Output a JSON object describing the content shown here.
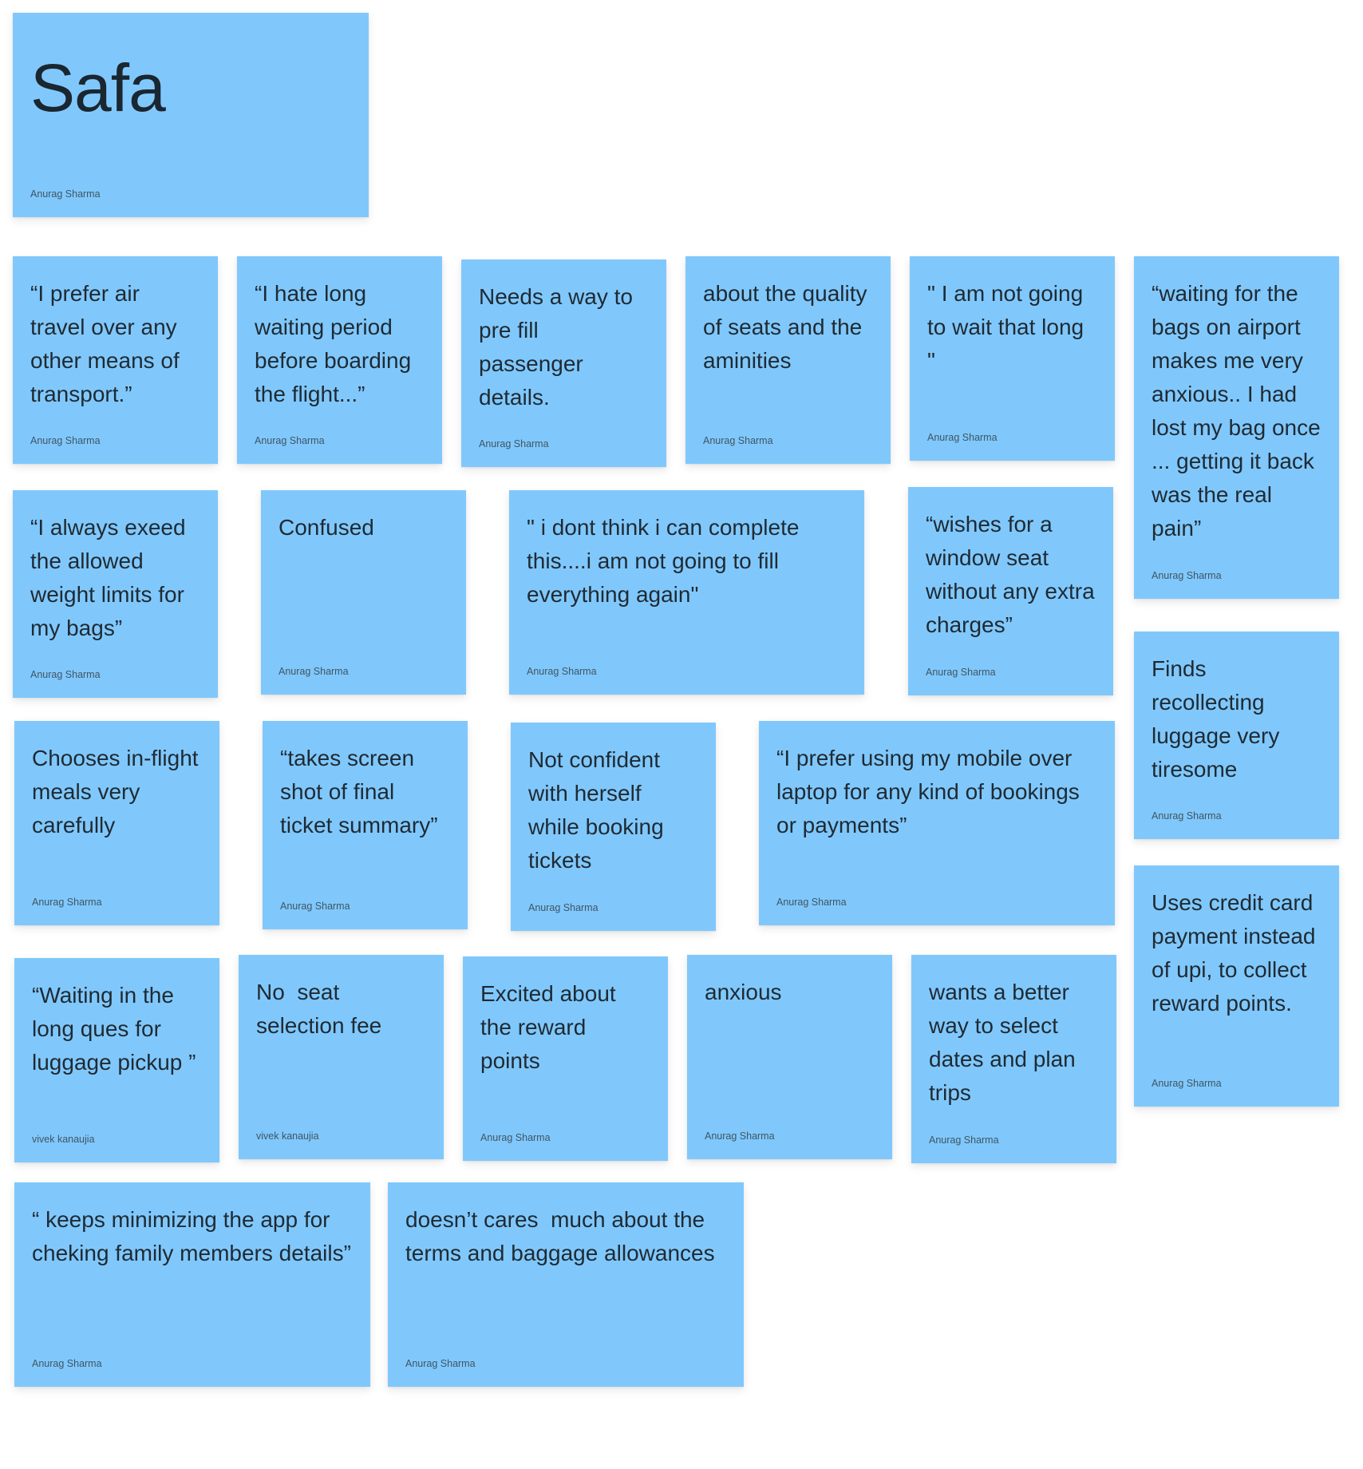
{
  "board": {
    "title_note": {
      "text": "Safa",
      "author": "Anurag Sharma"
    },
    "notes": [
      {
        "text": "“I prefer air travel over any other means of transport.”",
        "author": "Anurag Sharma"
      },
      {
        "text": "“I hate long waiting period before boarding the flight...”",
        "author": "Anurag Sharma"
      },
      {
        "text": "Needs a way to pre fill passenger details.",
        "author": "Anurag Sharma"
      },
      {
        "text": "about the quality of seats and the aminities",
        "author": "Anurag Sharma"
      },
      {
        "text": "\" I am not going to wait that long \"",
        "author": "Anurag Sharma"
      },
      {
        "text": "“waiting for the bags on airport makes me very anxious.. I had lost my bag once ... getting it back was the real pain”",
        "author": "Anurag Sharma"
      },
      {
        "text": "“I always exeed the allowed weight limits for my bags”",
        "author": "Anurag Sharma"
      },
      {
        "text": "Confused",
        "author": "Anurag Sharma"
      },
      {
        "text": "\" i dont think i can complete this....i am not going to fill everything again\"",
        "author": "Anurag Sharma"
      },
      {
        "text": "“wishes for a window seat without any extra charges”",
        "author": "Anurag Sharma"
      },
      {
        "text": "Finds recollecting luggage very tiresome",
        "author": "Anurag Sharma"
      },
      {
        "text": "Chooses in-flight meals very carefully",
        "author": "Anurag Sharma"
      },
      {
        "text": "“takes screen shot of final ticket summary”",
        "author": "Anurag Sharma"
      },
      {
        "text": "Not confident with herself while booking tickets",
        "author": "Anurag Sharma"
      },
      {
        "text": "“I prefer using my mobile over laptop for any kind of bookings or payments”",
        "author": "Anurag Sharma"
      },
      {
        "text": "Uses credit card payment instead of upi, to collect reward points.",
        "author": "Anurag Sharma"
      },
      {
        "text": "“Waiting in the long ques for luggage pickup ”",
        "author": "vivek kanaujia"
      },
      {
        "text": "No  seat selection fee",
        "author": "vivek kanaujia"
      },
      {
        "text": "Excited about the reward points",
        "author": "Anurag Sharma"
      },
      {
        "text": "anxious",
        "author": "Anurag Sharma"
      },
      {
        "text": "wants a better way to select dates and plan trips",
        "author": "Anurag Sharma"
      },
      {
        "text": "“ keeps minimizing the app for cheking family members details”",
        "author": "Anurag Sharma"
      },
      {
        "text": "doesn’t cares  much about the terms and baggage allowances",
        "author": "Anurag Sharma"
      }
    ]
  },
  "colors": {
    "sticky_fill": "#80c8fc",
    "text": "#1f2a33",
    "author": "#3f5564",
    "background": "#ffffff"
  }
}
